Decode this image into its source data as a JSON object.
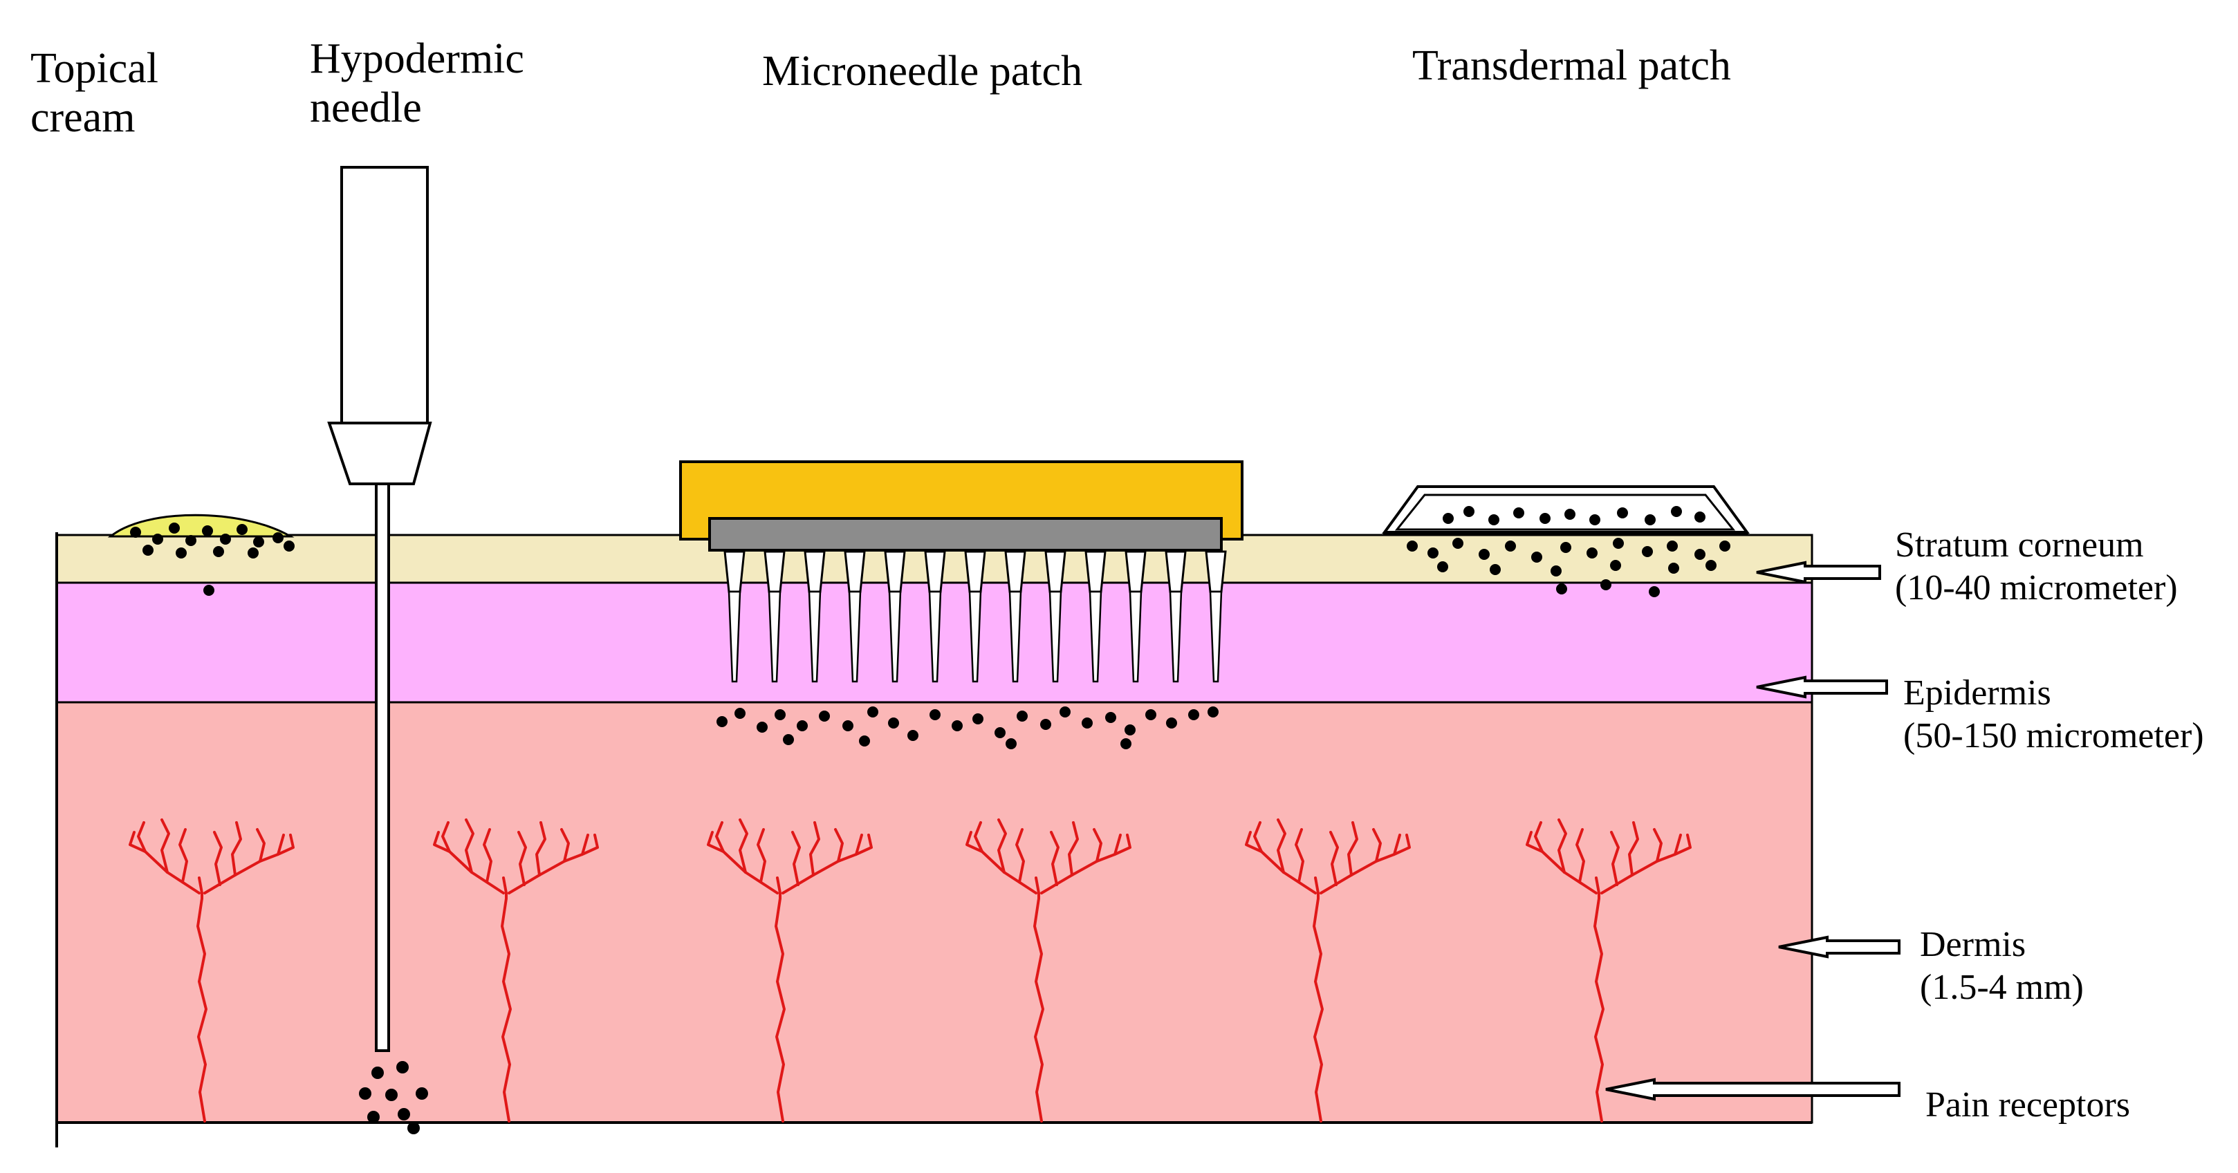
{
  "labels": {
    "topical_cream_line1": "Topical",
    "topical_cream_line2": "cream",
    "hypodermic_needle_line1": "Hypodermic",
    "hypodermic_needle_line2": "needle",
    "microneedle_patch": "Microneedle patch",
    "transdermal_patch": "Transdermal patch",
    "stratum_corneum_line1": "Stratum corneum",
    "stratum_corneum_line2": "(10-40 micrometer)",
    "epidermis_line1": "Epidermis",
    "epidermis_line2": "(50-150 micrometer)",
    "dermis_line1": "Dermis",
    "dermis_line2": "(1.5-4 mm)",
    "pain_receptors": "Pain receptors"
  },
  "colors": {
    "stratum_corneum": "#f3eac0",
    "epidermis": "#fdb2fd",
    "dermis": "#fbb7b7",
    "pain_receptor": "#e01818",
    "microneedle_base": "#f8c211",
    "microneedle_backing": "#8c8c8c",
    "cream": "#eeee6a",
    "drug_particle": "#000000"
  },
  "icons": {
    "layer_pointer": "arrow-left-icon",
    "syringe": "syringe-icon",
    "microneedle_array": "microneedle-array-icon",
    "drug_particles": "particle-dots-icon",
    "nerve": "nerve-ending-icon"
  }
}
